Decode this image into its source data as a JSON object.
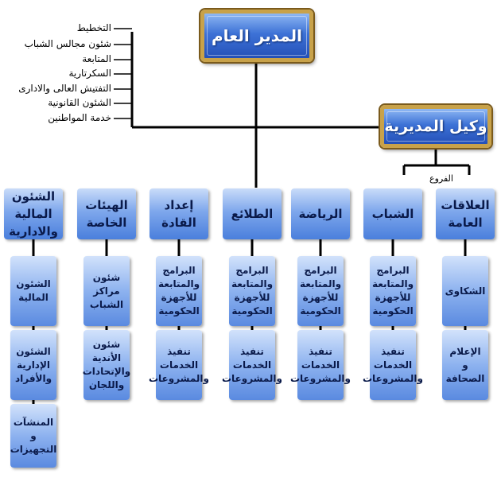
{
  "top": {
    "general_manager": "المدير العام",
    "deputy": "وكيل المديرية"
  },
  "branch_label": "الفروع",
  "side_departments": [
    "التخطيط",
    "شئون مجالس الشباب",
    "المتابعة",
    "السكرتارية",
    "التفتيش العالى والادارى",
    "الشئون القانونية",
    "خدمة المواطنين"
  ],
  "columns": [
    {
      "head": "العلاقات\nالعامة",
      "subs": [
        "الشكاوى",
        "الإعلام\nو\nالصحافة"
      ]
    },
    {
      "head": "الشباب",
      "subs": [
        "البرامج\nوالمتابعة\nللأجهزة\nالحكومية",
        "تنفيذ\nالخدمات\nوالمشروعات"
      ]
    },
    {
      "head": "الرياضة",
      "subs": [
        "البرامج\nوالمتابعة\nللأجهزة\nالحكومية",
        "تنفيذ\nالخدمات\nوالمشروعات"
      ]
    },
    {
      "head": "الطلائع",
      "subs": [
        "البرامج\nوالمتابعة\nللأجهزة\nالحكومية",
        "تنفيذ\nالخدمات\nوالمشروعات"
      ]
    },
    {
      "head": "إعداد\nالقادة",
      "subs": [
        "البرامج\nوالمتابعة\nللأجهزة\nالحكومية",
        "تنفيذ\nالخدمات\nوالمشروعات"
      ]
    },
    {
      "head": "الهيئات\nالخاصة",
      "subs": [
        "شئون\nمراكز\nالشباب",
        "شئون\nالأندية\nوالإتحادات\nواللجان"
      ]
    },
    {
      "head": "الشئون المالية\nوالادارية",
      "subs": [
        "الشئون\nالمالية",
        "الشئون\nالإدارية\nوالأفراد",
        "المنشآت\nو\nالتجهيزات"
      ]
    }
  ]
}
